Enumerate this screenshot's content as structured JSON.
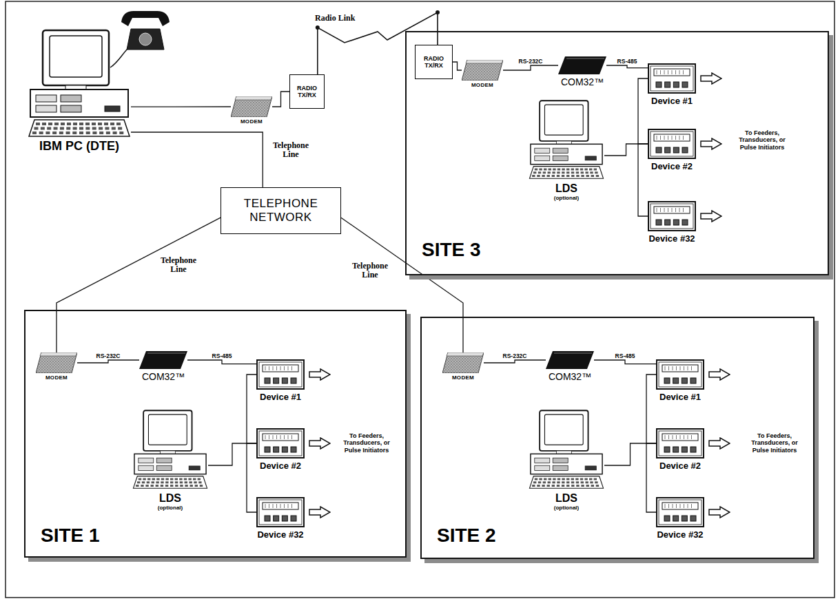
{
  "diagram": {
    "nodes": [
      {
        "text": [
          "IBM PC (DTE)"
        ]
      },
      {
        "text": [
          "MODEM"
        ]
      },
      {
        "text": [
          "RADIO TX/RX"
        ]
      },
      {
        "text": [
          "TELEPHONE NETWORK"
        ]
      },
      {
        "text": [
          "SITE 3"
        ]
      },
      {
        "text": [
          "RADIO TX/RX"
        ],
        "in": 4
      },
      {
        "text": [
          "MODEM"
        ],
        "in": 4
      },
      {
        "text": [
          "COM32™"
        ],
        "in": 4
      },
      {
        "text": [
          "Device #1"
        ],
        "in": 4
      },
      {
        "text": [
          "Device #2"
        ],
        "in": 4
      },
      {
        "text": [
          "Device #32"
        ],
        "in": 4
      },
      {
        "text": [
          "LDS",
          "(optional)"
        ],
        "in": 4
      },
      {
        "text": [
          "SITE 1"
        ]
      },
      {
        "text": [
          "MODEM"
        ],
        "in": 12
      },
      {
        "text": [
          "COM32™"
        ],
        "in": 12
      },
      {
        "text": [
          "Device #1"
        ],
        "in": 12
      },
      {
        "text": [
          "Device #2"
        ],
        "in": 12
      },
      {
        "text": [
          "Device #32"
        ],
        "in": 12
      },
      {
        "text": [
          "LDS",
          "(optional)"
        ],
        "in": 12
      },
      {
        "text": [
          "SITE 2"
        ]
      },
      {
        "text": [
          "MODEM"
        ],
        "in": 19
      },
      {
        "text": [
          "COM32™"
        ],
        "in": 19
      },
      {
        "text": [
          "Device #1"
        ],
        "in": 19
      },
      {
        "text": [
          "Device #2"
        ],
        "in": 19
      },
      {
        "text": [
          "Device #32"
        ],
        "in": 19
      },
      {
        "text": [
          "LDS",
          "(optional)"
        ],
        "in": 19
      }
    ],
    "edges": [
      {
        "from": 0,
        "to": 1,
        "arrow": "none"
      },
      {
        "from": 1,
        "to": 2,
        "arrow": "none"
      },
      {
        "from": 2,
        "to": 5,
        "label": "Radio Link",
        "arrow": "none"
      },
      {
        "from": 0,
        "to": 3,
        "label": "Telephone Line",
        "arrow": "none"
      },
      {
        "from": 3,
        "to": 13,
        "label": "Telephone Line",
        "arrow": "none"
      },
      {
        "from": 3,
        "to": 20,
        "label": "Telephone Line",
        "arrow": "none"
      },
      {
        "from": 5,
        "to": 6,
        "arrow": "none"
      },
      {
        "from": 6,
        "to": 7,
        "label": "RS-232C",
        "arrow": "none"
      },
      {
        "from": 7,
        "to": 8,
        "label": "RS-485",
        "arrow": "none"
      },
      {
        "from": 8,
        "to": 9,
        "arrow": "none"
      },
      {
        "from": 9,
        "to": 10,
        "arrow": "none"
      },
      {
        "from": 11,
        "to": 9,
        "arrow": "none"
      },
      {
        "from": 13,
        "to": 14,
        "label": "RS-232C",
        "arrow": "none"
      },
      {
        "from": 14,
        "to": 15,
        "label": "RS-485",
        "arrow": "none"
      },
      {
        "from": 15,
        "to": 16,
        "arrow": "none"
      },
      {
        "from": 16,
        "to": 17,
        "arrow": "none"
      },
      {
        "from": 18,
        "to": 16,
        "arrow": "none"
      },
      {
        "from": 20,
        "to": 21,
        "label": "RS-232C",
        "arrow": "none"
      },
      {
        "from": 21,
        "to": 22,
        "label": "RS-485",
        "arrow": "none"
      },
      {
        "from": 22,
        "to": 23,
        "arrow": "none"
      },
      {
        "from": 23,
        "to": 24,
        "arrow": "none"
      },
      {
        "from": 25,
        "to": 23,
        "arrow": "none"
      }
    ],
    "labels": [
      "To Feeders, Transducers, or Pulse Initiators",
      "To Feeders, Transducers, or Pulse Initiators",
      "To Feeders, Transducers, or Pulse Initiators"
    ]
  }
}
